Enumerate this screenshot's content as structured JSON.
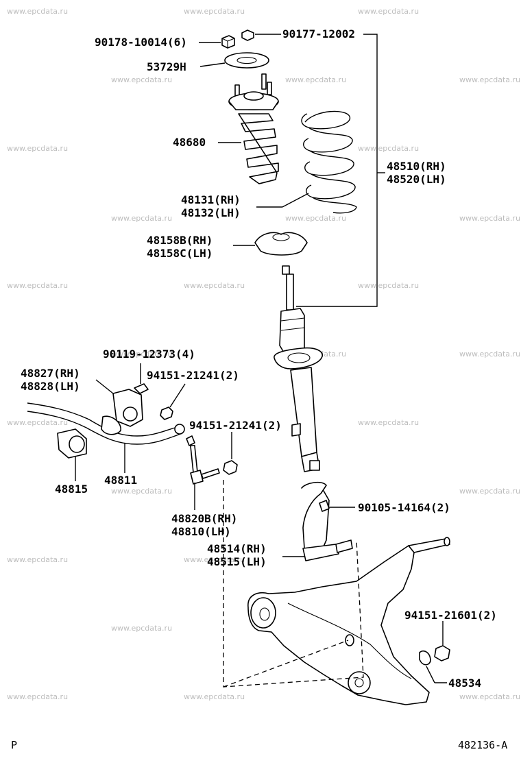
{
  "watermark": "www.epcdata.ru",
  "labels": {
    "p90178": "90178-10014(6)",
    "p90177": "90177-12002",
    "p53729": "53729H",
    "p48680": "48680",
    "p48510": "48510(RH)",
    "p48520": "48520(LH)",
    "p48131": "48131(RH)",
    "p48132": "48132(LH)",
    "p48158b": "48158B(RH)",
    "p48158c": "48158C(LH)",
    "p90119": "90119-12373(4)",
    "p48827": "48827(RH)",
    "p48828": "48828(LH)",
    "p94151a": "94151-21241(2)",
    "p94151b": "94151-21241(2)",
    "p48815": "48815",
    "p48811": "48811",
    "p48820b": "48820B(RH)",
    "p48810": "48810(LH)",
    "p90105": "90105-14164(2)",
    "p48514": "48514(RH)",
    "p48515": "48515(LH)",
    "p94151c": "94151-21601(2)",
    "p48534": "48534"
  },
  "footer": {
    "left": "P",
    "right": "482136-A"
  }
}
